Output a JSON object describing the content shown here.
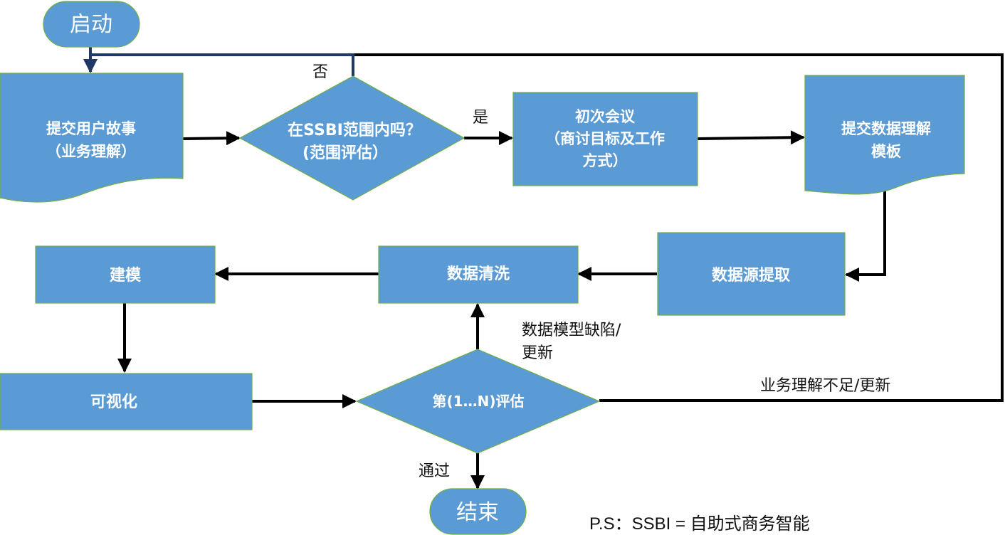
{
  "diagram": {
    "colors": {
      "node_fill": "#5b9bd5",
      "node_border": "#70ad47",
      "connector": "#000000",
      "loop_connector": "#1f3864",
      "text_on_node": "#ffffff"
    },
    "nodes": {
      "start": {
        "type": "terminator",
        "label": "启动"
      },
      "submit_story": {
        "type": "document",
        "lines": [
          "提交用户故事",
          "（业务理解）"
        ]
      },
      "scope_check": {
        "type": "decision",
        "lines": [
          "在SSBI范围内吗？",
          "(范围评估）"
        ]
      },
      "first_meeting": {
        "type": "process",
        "lines": [
          "初次会议",
          "（商讨目标及工作",
          "方式）"
        ]
      },
      "submit_template": {
        "type": "document",
        "lines": [
          "提交数据理解",
          "模板"
        ]
      },
      "data_extract": {
        "type": "process",
        "label": "数据源提取"
      },
      "data_clean": {
        "type": "process",
        "label": "数据清洗"
      },
      "modeling": {
        "type": "process",
        "label": "建模"
      },
      "visualize": {
        "type": "process",
        "label": "可视化"
      },
      "evaluation": {
        "type": "decision",
        "label": "第(1…N)评估"
      },
      "end": {
        "type": "terminator",
        "label": "结束"
      }
    },
    "edge_labels": {
      "no": "否",
      "yes": "是",
      "model_defect": [
        "数据模型缺陷/",
        "更新"
      ],
      "business_gap": "业务理解不足/更新",
      "pass": "通过"
    },
    "edges": [
      {
        "from": "start",
        "to": "submit_story"
      },
      {
        "from": "submit_story",
        "to": "scope_check"
      },
      {
        "from": "scope_check",
        "to": "first_meeting",
        "label": "是"
      },
      {
        "from": "scope_check",
        "to": "submit_story",
        "label": "否"
      },
      {
        "from": "first_meeting",
        "to": "submit_template"
      },
      {
        "from": "submit_template",
        "to": "data_extract"
      },
      {
        "from": "data_extract",
        "to": "data_clean"
      },
      {
        "from": "data_clean",
        "to": "modeling"
      },
      {
        "from": "modeling",
        "to": "visualize"
      },
      {
        "from": "visualize",
        "to": "evaluation"
      },
      {
        "from": "evaluation",
        "to": "data_clean",
        "label": "数据模型缺陷/更新"
      },
      {
        "from": "evaluation",
        "to": "submit_story",
        "label": "业务理解不足/更新"
      },
      {
        "from": "evaluation",
        "to": "end",
        "label": "通过"
      }
    ],
    "footnote": "P.S：SSBI = 自助式商务智能"
  }
}
